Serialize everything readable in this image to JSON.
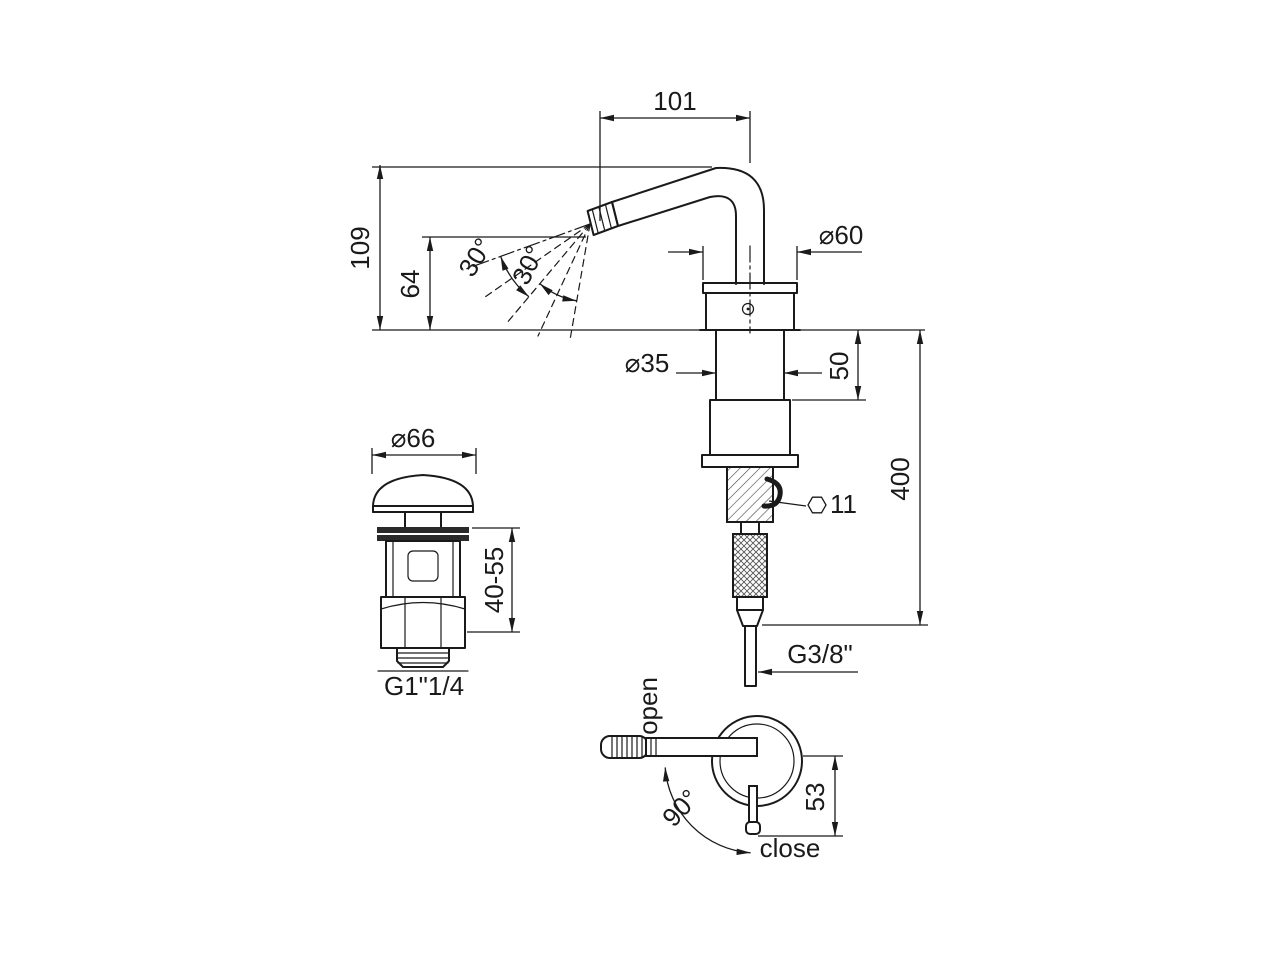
{
  "colors": {
    "ink": "#1a1a1a",
    "background": "#ffffff"
  },
  "dims": {
    "spout_offset": "101",
    "height_overall": "109",
    "height_aerator": "64",
    "spray_angle_upper": "30°",
    "spray_angle_lower": "30°",
    "base_diameter": "⌀60",
    "body_diameter": "⌀35",
    "body_height": "50",
    "supply_length": "400",
    "hex_size": "11",
    "supply_thread": "G3/8\"",
    "waste_cap_diameter": "⌀66",
    "clamp_range": "40-55",
    "waste_thread": "G1\"1/4",
    "handle_open": "open",
    "handle_close": "close",
    "handle_rotation": "90°",
    "handle_drop": "53"
  }
}
